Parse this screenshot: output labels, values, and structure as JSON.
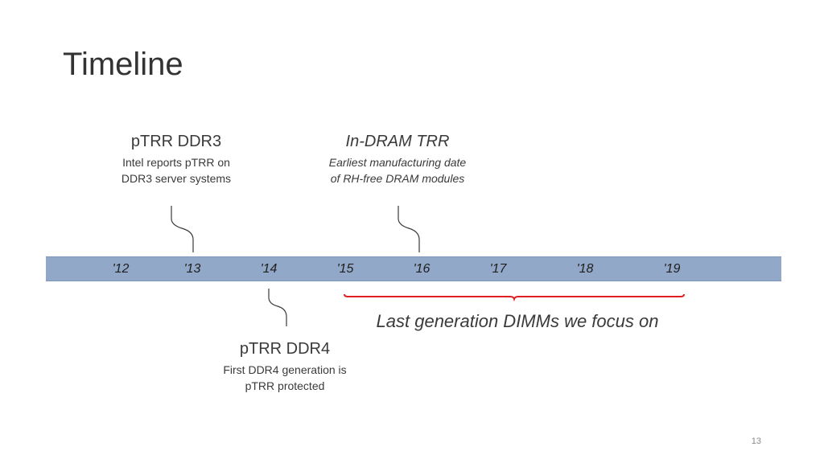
{
  "slide": {
    "title": "Timeline",
    "page_number": "13"
  },
  "timeline": {
    "years": [
      "'12",
      "'13",
      "'14",
      "'15",
      "'16",
      "'17",
      "'18",
      "'19"
    ],
    "bar_color": "#92a8c8",
    "range_color": "#e02020"
  },
  "events": [
    {
      "id": "ptrr-ddr3",
      "heading": "pTRR DDR3",
      "lines": [
        "Intel reports pTRR on",
        "DDR3 server systems"
      ],
      "year": "'13",
      "italic": false
    },
    {
      "id": "in-dram-trr",
      "heading": "In-DRAM TRR",
      "lines": [
        "Earliest manufacturing date",
        "of RH-free DRAM modules"
      ],
      "year": "'16",
      "italic": true
    },
    {
      "id": "ptrr-ddr4",
      "heading": "pTRR DDR4",
      "lines": [
        "First DDR4 generation is",
        "pTRR protected"
      ],
      "year": "'14",
      "italic": false
    }
  ],
  "range": {
    "label": "Last generation DIMMs we focus on",
    "from": "'15",
    "to": "'19"
  }
}
